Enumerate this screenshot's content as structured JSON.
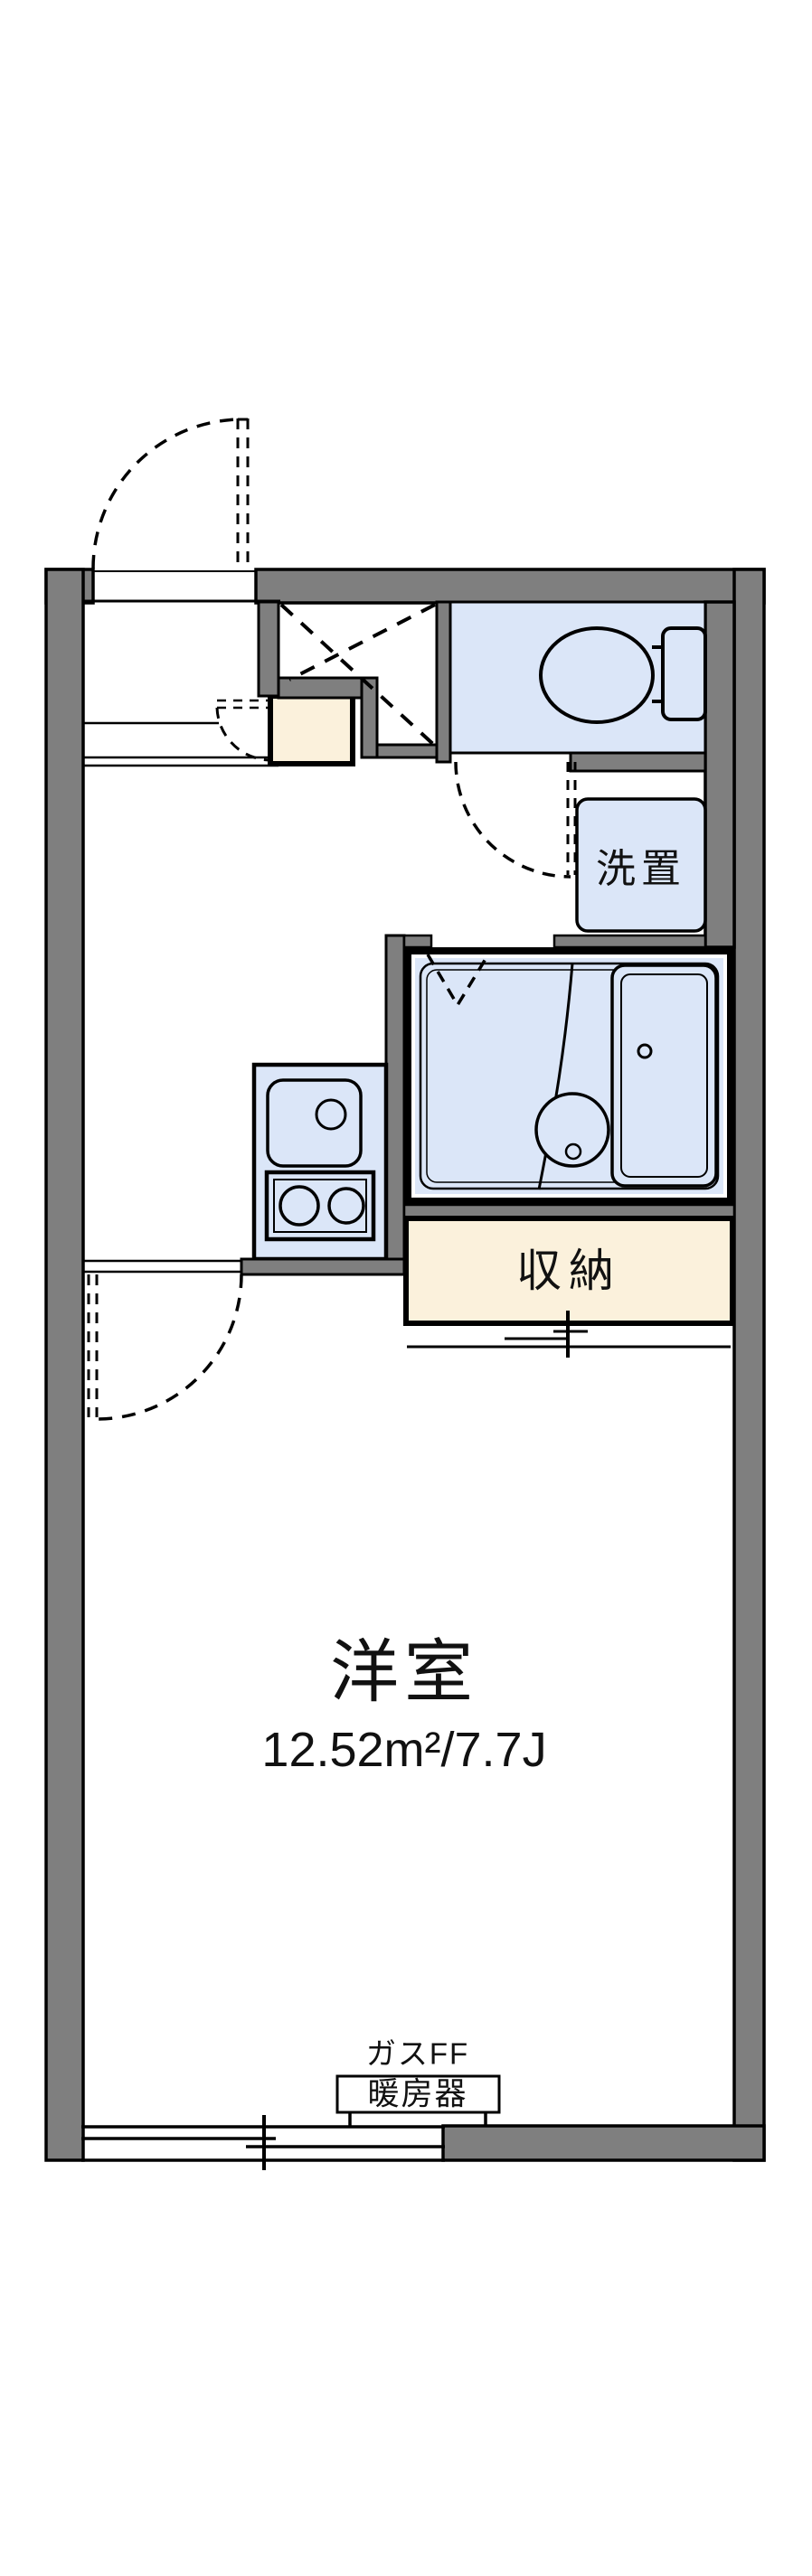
{
  "floorplan": {
    "rooms": {
      "main_room": {
        "name": "洋室",
        "area_label": "12.52m²/7.7J"
      },
      "storage": {
        "name": "収納"
      },
      "washer_space": {
        "name": "洗置"
      },
      "heater": {
        "line1": "ガスFF",
        "line2": "暖房器"
      }
    },
    "colors": {
      "wall": "#7f7f7f",
      "water_area": "#dbe6f8",
      "storage_fill": "#fbf1dc",
      "line": "#000000",
      "background": "#ffffff"
    }
  }
}
